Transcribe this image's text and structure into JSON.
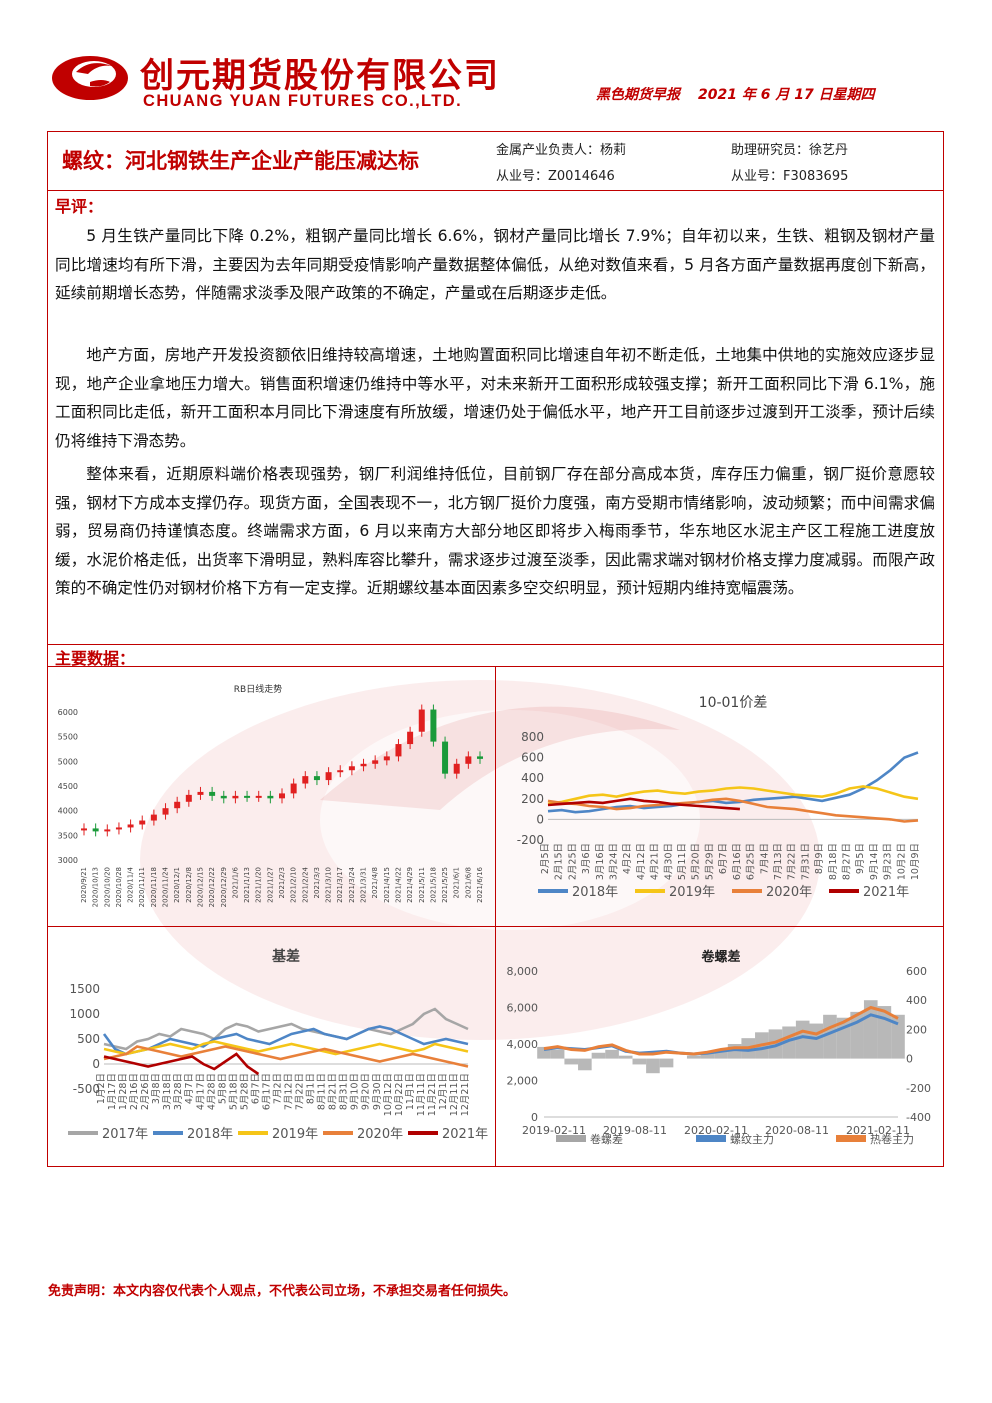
{
  "company": {
    "name_cn": "创元期货股份有限公司",
    "name_en": "CHUANG YUAN FUTURES CO.,LTD."
  },
  "report": {
    "type": "黑色期货早报",
    "date": "2021 年 6 月 17 日星期四"
  },
  "headline": "螺纹：河北钢铁生产企业产能压减达标",
  "staff": {
    "lead_label": "金属产业负责人：杨莉",
    "lead_id": "从业号：Z0014646",
    "asst_label": "助理研究员：徐艺丹",
    "asst_id": "从业号：F3083695"
  },
  "sections": {
    "review": "早评：",
    "data": "主要数据："
  },
  "paragraphs": [
    "5 月生铁产量同比下降 0.2%，粗钢产量同比增长 6.6%，钢材产量同比增长 7.9%；自年初以来，生铁、粗钢及钢材产量同比增速均有所下滑，主要因为去年同期受疫情影响产量数据整体偏低，从绝对数值来看，5 月各方面产量数据再度创下新高，延续前期增长态势，伴随需求淡季及限产政策的不确定，产量或在后期逐步走低。",
    "地产方面，房地产开发投资额依旧维持较高增速，土地购置面积同比增速自年初不断走低，土地集中供地的实施效应逐步显现，地产企业拿地压力增大。销售面积增速仍维持中等水平，对未来新开工面积形成较强支撑；新开工面积同比下滑 6.1%，施工面积同比走低，新开工面积本月同比下滑速度有所放缓，增速仍处于偏低水平，地产开工目前逐步过渡到开工淡季，预计后续仍将维持下滑态势。",
    "整体来看，近期原料端价格表现强势，钢厂利润维持低位，目前钢厂存在部分高成本货，库存压力偏重，钢厂挺价意愿较强，钢材下方成本支撑仍存。现货方面，全国表现不一，北方钢厂挺价力度强，南方受期市情绪影响，波动频繁；而中间需求偏弱，贸易商仍持谨慎态度。终端需求方面，6 月以来南方大部分地区即将步入梅雨季节，华东地区水泥主产区工程施工进度放缓，水泥价格走低，出货率下滑明显，熟料库容比攀升，需求逐步过渡至淡季，因此需求端对钢材价格支撑力度减弱。而限产政策的不确定性仍对钢材价格下方有一定支撑。近期螺纹基本面因素多空交织明显，预计短期内维持宽幅震荡。"
  ],
  "disclaimer": "免责声明：本文内容仅代表个人观点，不代表公司立场，不承担交易者任何损失。",
  "chart_data": [
    {
      "type": "candlestick",
      "title": "RB日线走势",
      "ylim": [
        3000,
        6000
      ],
      "yticks": [
        3000,
        3500,
        4000,
        4500,
        5000,
        5500,
        6000
      ],
      "categories": [
        "2020/9/21",
        "2020/10/13",
        "2020/10/20",
        "2020/10/28",
        "2020/11/4",
        "2020/11/11",
        "2020/11/18",
        "2020/11/24",
        "2020/12/1",
        "2020/12/8",
        "2020/12/15",
        "2020/12/22",
        "2020/12/29",
        "2021/1/6",
        "2021/1/13",
        "2021/1/20",
        "2021/1/27",
        "2021/2/3",
        "2021/2/10",
        "2021/2/24",
        "2021/3/3",
        "2021/3/10",
        "2021/3/17",
        "2021/3/24",
        "2021/3/31",
        "2021/4/8",
        "2021/4/15",
        "2021/4/22",
        "2021/4/29",
        "2021/5/11",
        "2021/5/18",
        "2021/5/25",
        "2021/6/1",
        "2021/6/8",
        "2021/6/16"
      ],
      "close": [
        3640,
        3580,
        3620,
        3660,
        3720,
        3800,
        3920,
        4050,
        4180,
        4320,
        4380,
        4300,
        4250,
        4300,
        4280,
        4300,
        4250,
        4350,
        4550,
        4700,
        4620,
        4780,
        4820,
        4900,
        4950,
        5020,
        5100,
        5350,
        5600,
        6050,
        5400,
        4750,
        4950,
        5100,
        5050
      ]
    },
    {
      "type": "line",
      "title": "10-01价差",
      "ylim": [
        -200,
        800
      ],
      "yticks": [
        -200,
        0,
        200,
        400,
        600,
        800
      ],
      "categories": [
        "2月5日",
        "2月15日",
        "2月25日",
        "3月6日",
        "3月16日",
        "3月24日",
        "4月2日",
        "4月12日",
        "4月21日",
        "4月30日",
        "5月11日",
        "5月20日",
        "5月29日",
        "6月7日",
        "6月16日",
        "6月25日",
        "7月4日",
        "7月13日",
        "7月22日",
        "7月31日",
        "8月9日",
        "8月18日",
        "8月27日",
        "9月5日",
        "9月14日",
        "9月23日",
        "10月2日",
        "10月9日"
      ],
      "series": [
        {
          "name": "2018年",
          "color": "#4e86c6",
          "values": [
            80,
            90,
            70,
            80,
            100,
            120,
            130,
            110,
            120,
            130,
            150,
            170,
            180,
            160,
            170,
            190,
            200,
            210,
            220,
            200,
            180,
            210,
            240,
            300,
            380,
            480,
            600,
            650
          ]
        },
        {
          "name": "2019年",
          "color": "#f5c518",
          "values": [
            150,
            170,
            200,
            230,
            240,
            220,
            250,
            270,
            280,
            260,
            250,
            270,
            280,
            300,
            310,
            300,
            280,
            260,
            240,
            230,
            220,
            250,
            300,
            320,
            300,
            260,
            220,
            200
          ]
        },
        {
          "name": "2020年",
          "color": "#e8803a",
          "values": [
            180,
            160,
            150,
            130,
            120,
            100,
            110,
            130,
            140,
            150,
            160,
            170,
            190,
            200,
            180,
            150,
            120,
            110,
            100,
            80,
            60,
            40,
            30,
            20,
            10,
            0,
            -20,
            -10
          ]
        },
        {
          "name": "2021年",
          "color": "#b00000",
          "values": [
            140,
            150,
            160,
            170,
            160,
            180,
            200,
            180,
            170,
            150,
            140,
            130,
            120,
            110,
            100,
            null,
            null,
            null,
            null,
            null,
            null,
            null,
            null,
            null,
            null,
            null,
            null,
            null
          ]
        }
      ]
    },
    {
      "type": "line",
      "title": "基差",
      "ylim": [
        -500,
        1500
      ],
      "yticks": [
        -500,
        0,
        500,
        1000,
        1500
      ],
      "categories": [
        "1月2日",
        "1月17日",
        "1月28日",
        "2月16日",
        "2月26日",
        "3月8日",
        "3月18日",
        "3月28日",
        "4月7日",
        "4月17日",
        "4月28日",
        "5月8日",
        "5月18日",
        "5月28日",
        "6月7日",
        "6月17日",
        "7月2日",
        "7月12日",
        "7月22日",
        "8月1日",
        "8月11日",
        "8月21日",
        "8月31日",
        "9月10日",
        "9月20日",
        "9月30日",
        "10月12日",
        "10月22日",
        "11月1日",
        "11月11日",
        "11月21日",
        "12月1日",
        "12月11日",
        "12月21日"
      ],
      "series": [
        {
          "name": "2017年",
          "color": "#a6a6a6",
          "values": [
            400,
            350,
            300,
            450,
            500,
            600,
            550,
            700,
            650,
            600,
            500,
            700,
            800,
            750,
            650,
            700,
            750,
            800,
            700,
            650,
            600,
            550,
            500,
            600,
            700,
            650,
            600,
            700,
            800,
            1000,
            1100,
            900,
            800,
            700
          ]
        },
        {
          "name": "2018年",
          "color": "#4e86c6",
          "values": [
            600,
            300,
            200,
            250,
            300,
            400,
            500,
            450,
            400,
            350,
            500,
            550,
            600,
            500,
            450,
            400,
            500,
            600,
            650,
            700,
            600,
            550,
            500,
            600,
            700,
            750,
            700,
            600,
            500,
            400,
            450,
            500,
            450,
            400
          ]
        },
        {
          "name": "2019年",
          "color": "#f5c518",
          "values": [
            300,
            250,
            200,
            250,
            300,
            350,
            400,
            350,
            300,
            400,
            450,
            400,
            350,
            300,
            250,
            300,
            350,
            400,
            350,
            300,
            250,
            200,
            250,
            300,
            350,
            400,
            350,
            300,
            250,
            300,
            400,
            350,
            300,
            250
          ]
        },
        {
          "name": "2020年",
          "color": "#e8803a",
          "values": [
            100,
            150,
            200,
            350,
            300,
            250,
            200,
            150,
            200,
            250,
            300,
            350,
            300,
            250,
            200,
            150,
            100,
            150,
            200,
            250,
            300,
            250,
            200,
            150,
            100,
            50,
            100,
            150,
            200,
            150,
            100,
            50,
            0,
            -50
          ]
        },
        {
          "name": "2021年",
          "color": "#b00000",
          "values": [
            150,
            100,
            50,
            0,
            -50,
            0,
            50,
            100,
            150,
            0,
            -100,
            50,
            200,
            -50,
            -200,
            null,
            null,
            null,
            null,
            null,
            null,
            null,
            null,
            null,
            null,
            null,
            null,
            null,
            null,
            null,
            null,
            null,
            null,
            null
          ]
        }
      ]
    },
    {
      "type": "combo",
      "title": "卷螺差",
      "ylim": [
        0,
        8000
      ],
      "yticks": [
        0,
        2000,
        4000,
        6000,
        8000
      ],
      "y2lim": [
        -400,
        600
      ],
      "y2ticks": [
        -400,
        -200,
        0,
        200,
        400,
        600
      ],
      "categories": [
        "2019-02-11",
        "2019-08-11",
        "2020-02-11",
        "2020-08-11",
        "2021-02-11"
      ],
      "series": [
        {
          "name": "卷螺差",
          "color": "#a6a6a6",
          "axis": "right",
          "values": [
            80,
            60,
            -40,
            -80,
            40,
            60,
            20,
            -40,
            -100,
            -60,
            0,
            20,
            40,
            60,
            100,
            140,
            180,
            200,
            220,
            260,
            240,
            300,
            280,
            320,
            400,
            360,
            300
          ]
        },
        {
          "name": "螺纹主力",
          "color": "#4e86c6",
          "axis": "left",
          "values": [
            3700,
            3800,
            3750,
            3700,
            3800,
            3900,
            3600,
            3500,
            3550,
            3600,
            3500,
            3450,
            3500,
            3600,
            3700,
            3650,
            3750,
            3900,
            4200,
            4400,
            4300,
            4600,
            4900,
            5200,
            5600,
            5400,
            5100
          ]
        },
        {
          "name": "热卷主力",
          "color": "#e8803a",
          "axis": "left",
          "values": [
            3750,
            3850,
            3700,
            3650,
            3850,
            3950,
            3650,
            3450,
            3450,
            3550,
            3500,
            3450,
            3550,
            3700,
            3800,
            3800,
            3950,
            4100,
            4400,
            4700,
            4550,
            4900,
            5200,
            5600,
            6000,
            5800,
            5400
          ]
        }
      ]
    }
  ]
}
